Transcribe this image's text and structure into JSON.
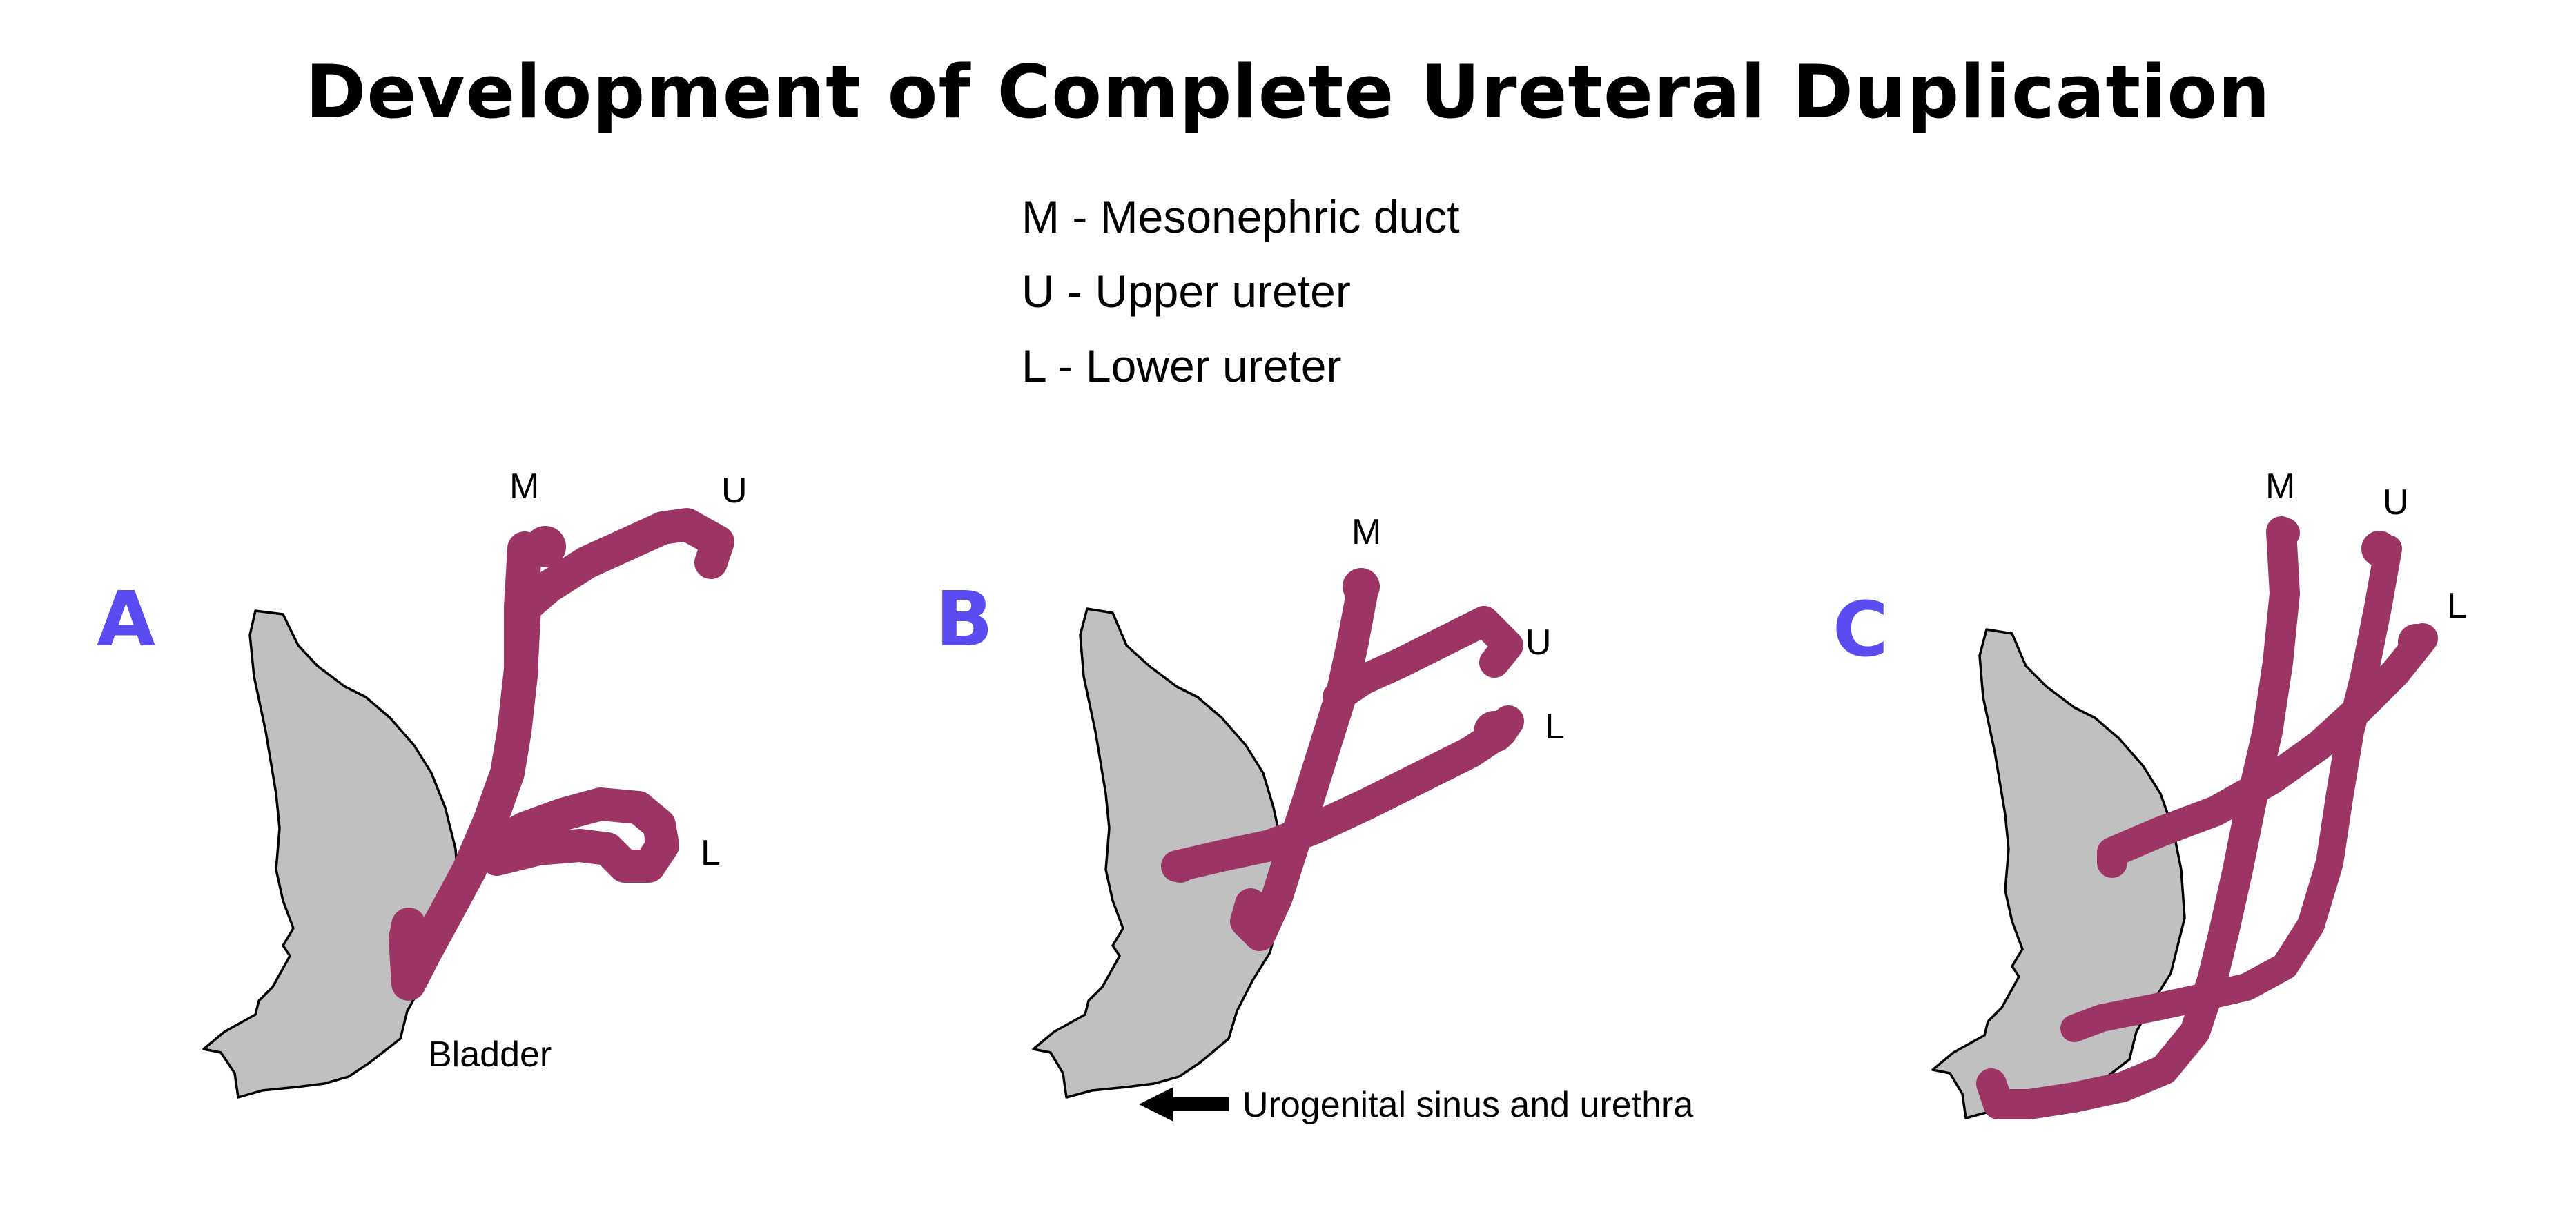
{
  "title": "Development of Complete Ureteral Duplication",
  "legend": [
    "M - Mesonephric duct",
    "U - Upper ureter",
    "L - Lower ureter"
  ],
  "panels": {
    "a": {
      "letter": "A",
      "m": "M",
      "u": "U",
      "l": "L",
      "bladder_label": "Bladder"
    },
    "b": {
      "letter": "B",
      "m": "M",
      "u": "U",
      "l": "L",
      "sinus_label": "Urogenital sinus and urethra"
    },
    "c": {
      "letter": "C",
      "m": "M",
      "u": "U",
      "l": "L"
    }
  },
  "colors": {
    "duct": "#9c3566",
    "bladder": "#c0c0c0",
    "panel_letter": "#5a4cf0"
  }
}
